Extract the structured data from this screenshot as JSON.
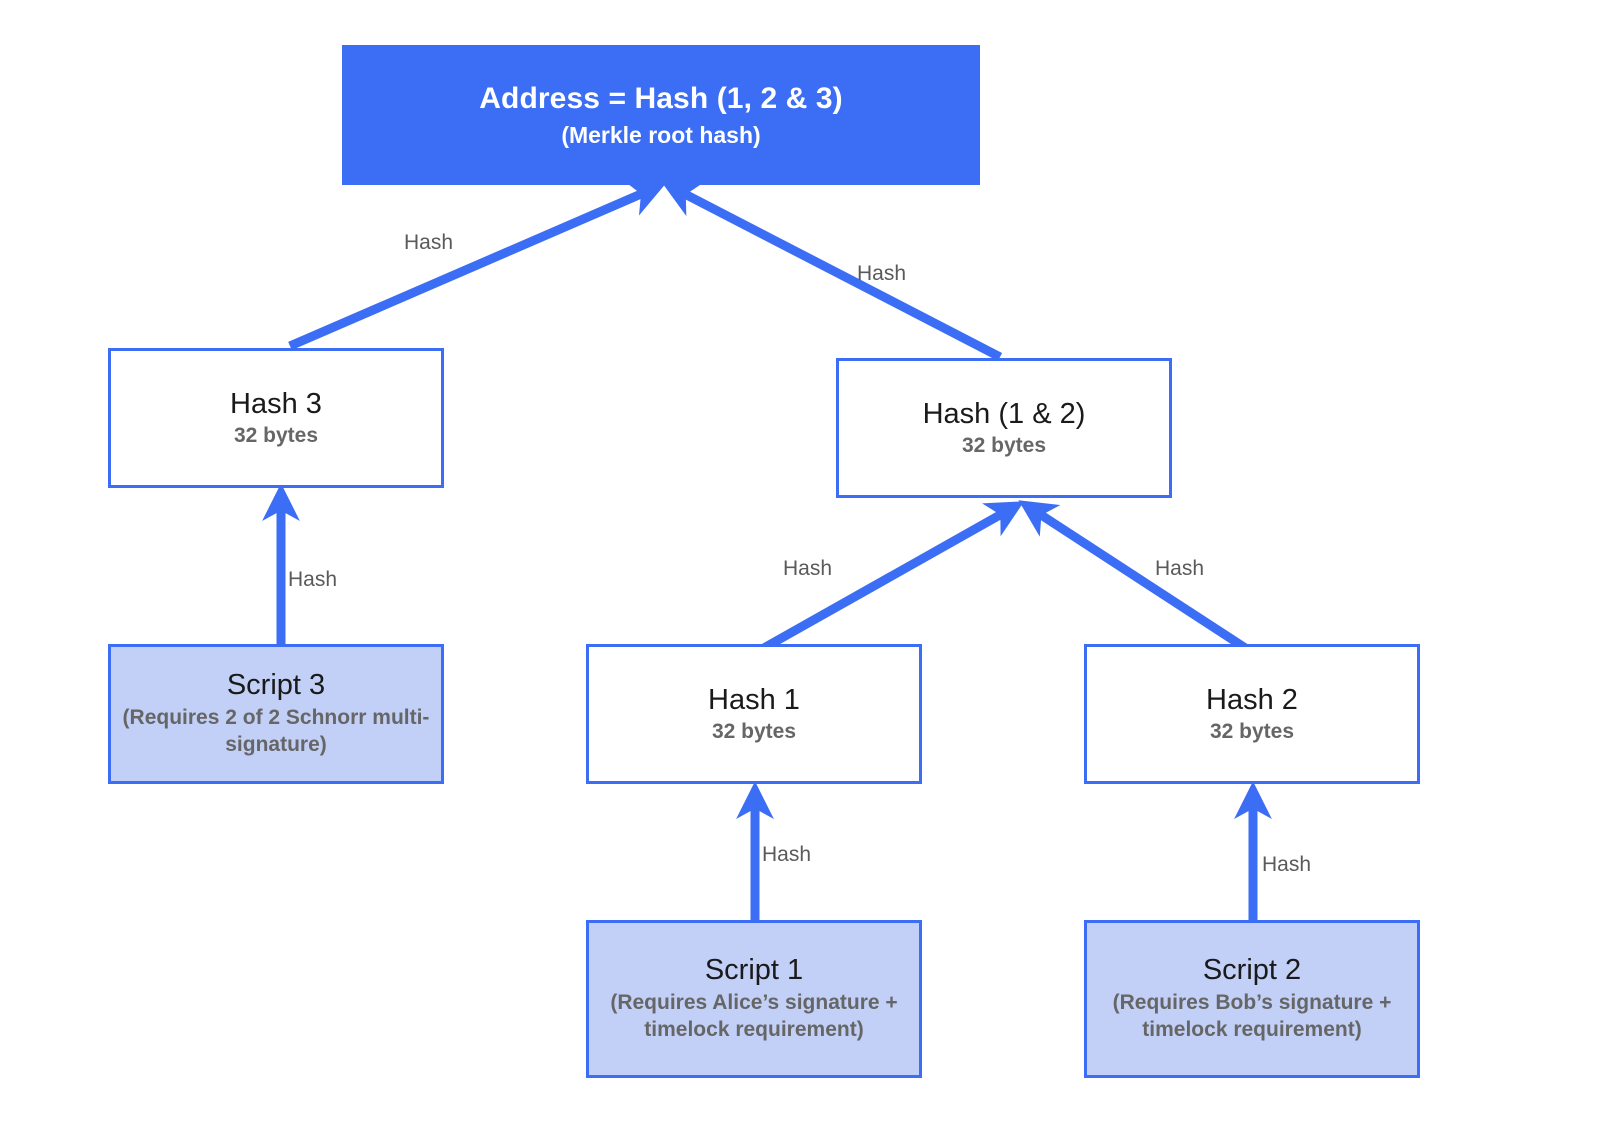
{
  "diagram": {
    "title": "Taproot MAST Merkle tree",
    "accent_color": "#3b6ef5",
    "script_fill_color": "#c2d0f7",
    "label_color": "#5a5a5a"
  },
  "nodes": {
    "root": {
      "title": "Address = Hash (1, 2 & 3)",
      "subtitle": "(Merkle root hash)"
    },
    "hash3": {
      "title": "Hash 3",
      "subtitle": "32 bytes"
    },
    "hash12": {
      "title": "Hash (1 & 2)",
      "subtitle": "32 bytes"
    },
    "hash1": {
      "title": "Hash 1",
      "subtitle": "32 bytes"
    },
    "hash2": {
      "title": "Hash 2",
      "subtitle": "32 bytes"
    },
    "script3": {
      "title": "Script 3",
      "subtitle": "(Requires 2 of 2 Schnorr multi-signature)"
    },
    "script1": {
      "title": "Script 1",
      "subtitle": "(Requires Alice’s signature + timelock requirement)"
    },
    "script2": {
      "title": "Script 2",
      "subtitle": "(Requires Bob’s signature + timelock requirement)"
    }
  },
  "edges": [
    {
      "id": "hash3-to-root",
      "label": "Hash"
    },
    {
      "id": "hash12-to-root",
      "label": "Hash"
    },
    {
      "id": "script3-to-hash3",
      "label": "Hash"
    },
    {
      "id": "hash1-to-hash12",
      "label": "Hash"
    },
    {
      "id": "hash2-to-hash12",
      "label": "Hash"
    },
    {
      "id": "script1-to-hash1",
      "label": "Hash"
    },
    {
      "id": "script2-to-hash2",
      "label": "Hash"
    }
  ]
}
